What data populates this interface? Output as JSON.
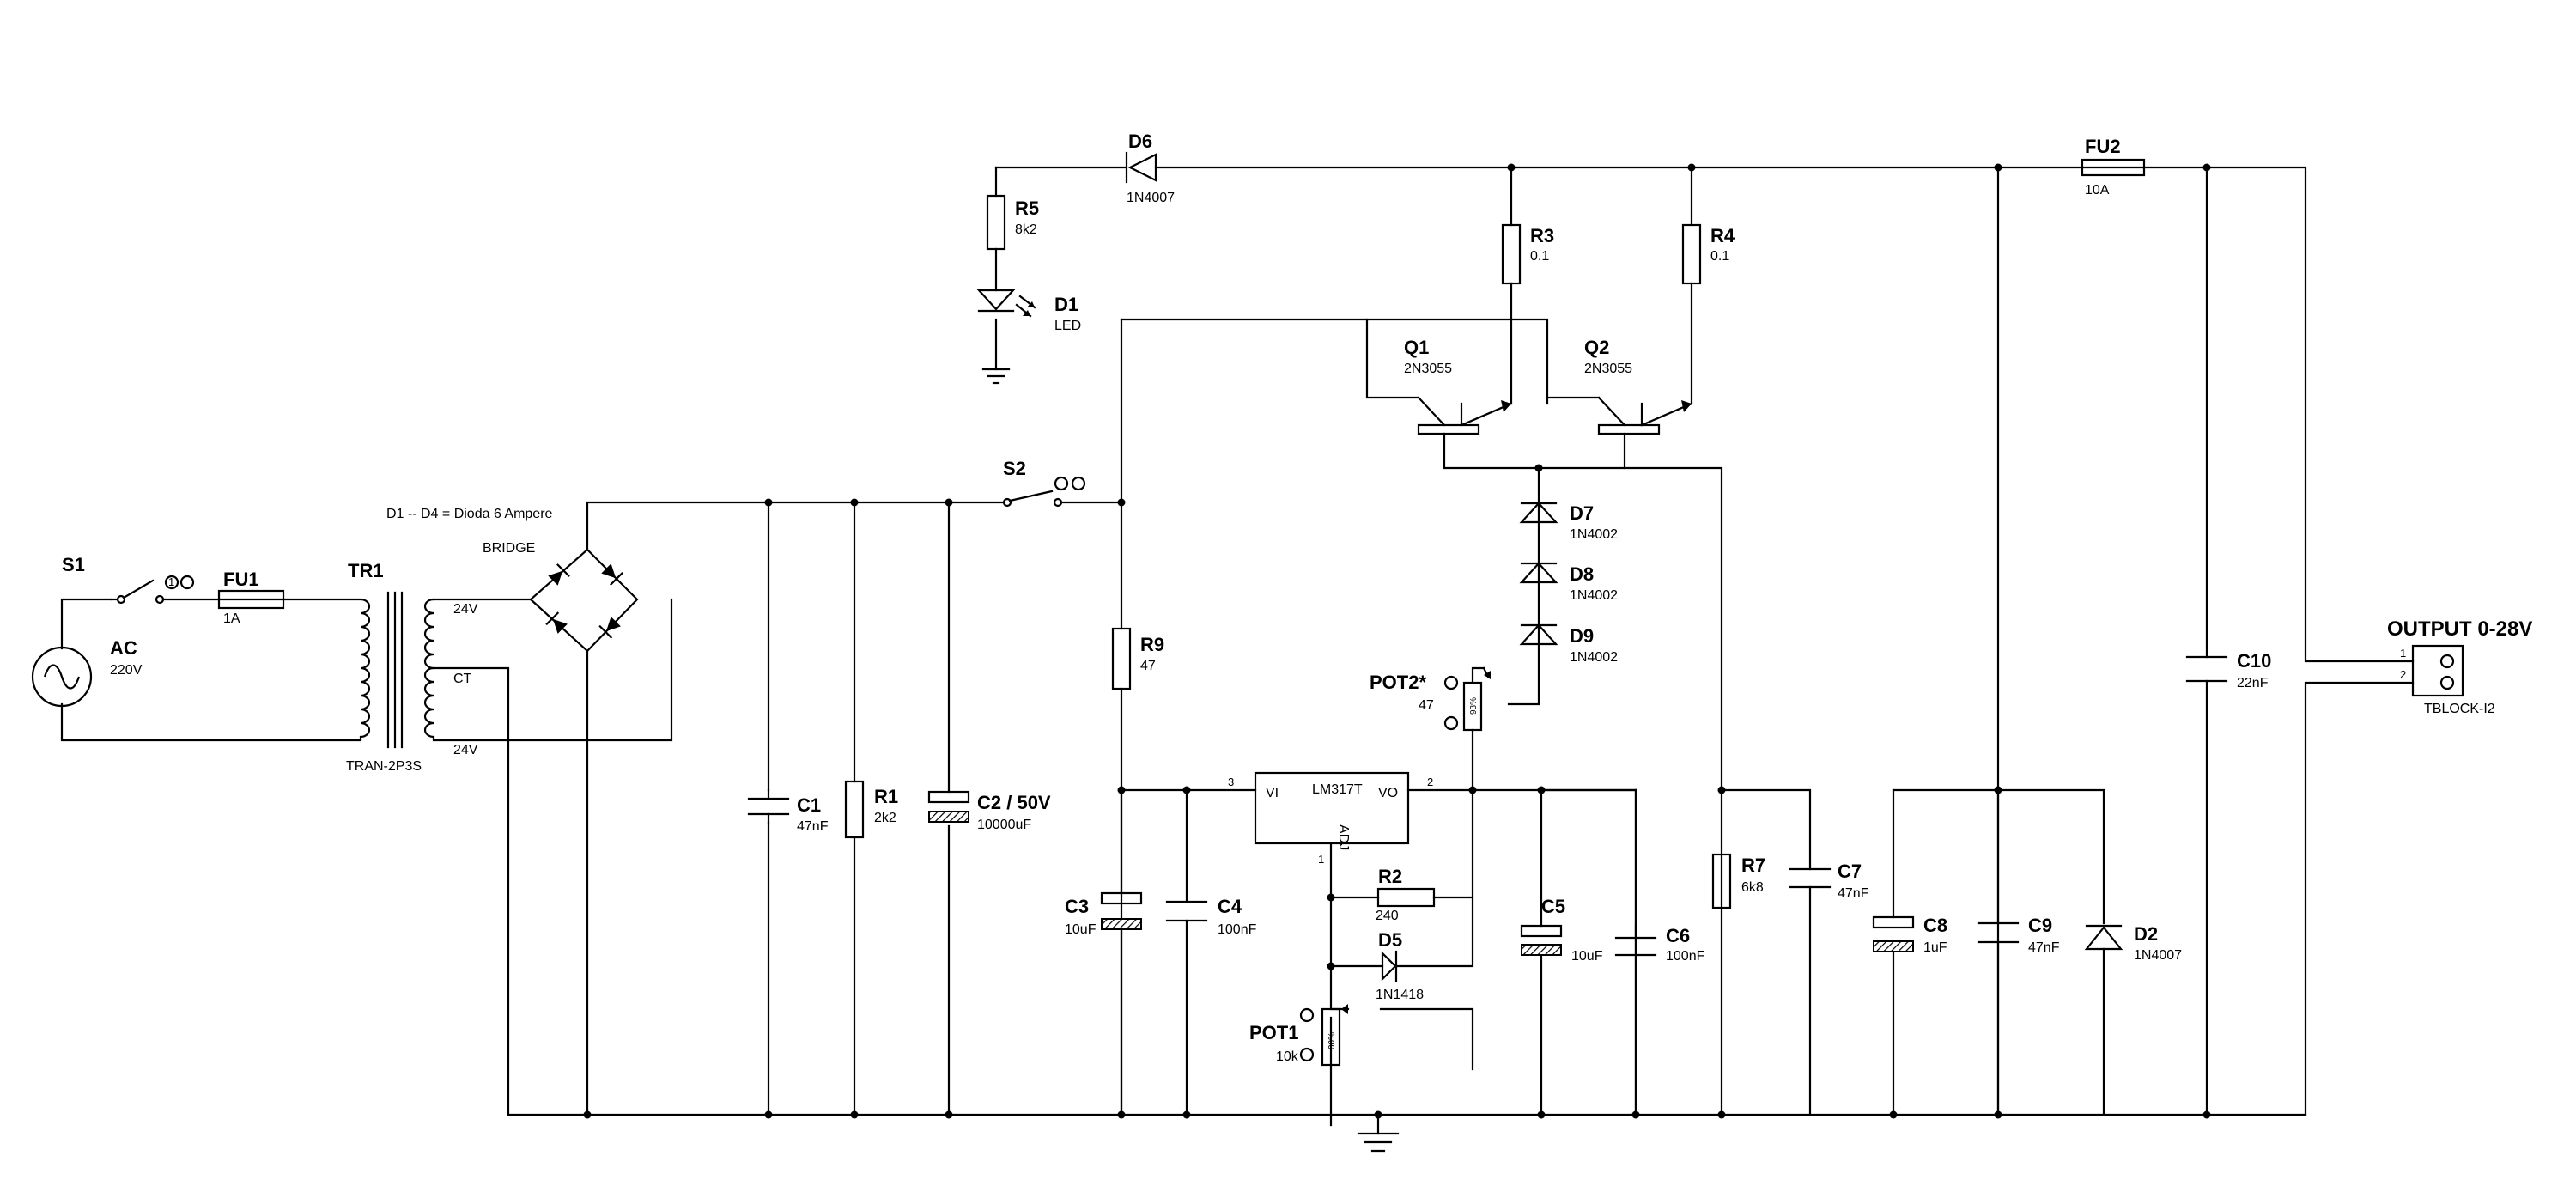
{
  "labels": {
    "ac": "AC",
    "ac_v": "220V",
    "s1": "S1",
    "s2": "S2",
    "fu1": "FU1",
    "fu1_v": "1A",
    "tr1": "TR1",
    "tr1_v": "TRAN-2P3S",
    "tap_24a": "24V",
    "tap_ct": "CT",
    "tap_24b": "24V",
    "bridge_note": "D1 -- D4 = Dioda 6 Ampere",
    "bridge": "BRIDGE",
    "c1": "C1",
    "c1_v": "47nF",
    "r1": "R1",
    "r1_v": "2k2",
    "c2": "C2 / 50V",
    "c2_v": "10000uF",
    "r5": "R5",
    "r5_v": "8k2",
    "d1": "D1",
    "d1_v": "LED",
    "d6": "D6",
    "d6_v": "1N4007",
    "r3": "R3",
    "r3_v": "0.1",
    "r4": "R4",
    "r4_v": "0.1",
    "q1": "Q1",
    "q1_v": "2N3055",
    "q2": "Q2",
    "q2_v": "2N3055",
    "d7": "D7",
    "d7_v": "1N4002",
    "d8": "D8",
    "d8_v": "1N4002",
    "d9": "D9",
    "d9_v": "1N4002",
    "r9": "R9",
    "r9_v": "47",
    "pot2": "POT2*",
    "pot2_v": "47",
    "pot2_pct": "93%",
    "lm": "LM317T",
    "lm_vi": "VI",
    "lm_vo": "VO",
    "lm_adj": "ADJ",
    "pin1": "1",
    "pin2": "2",
    "pin3": "3",
    "c3": "C3",
    "c3_v": "10uF",
    "c4": "C4",
    "c4_v": "100nF",
    "r2": "R2",
    "r2_v": "240",
    "d5": "D5",
    "d5_v": "1N1418",
    "pot1": "POT1",
    "pot1_v": "10k",
    "pot1_pct": "00%",
    "c5": "C5",
    "c5_v": "10uF",
    "c6": "C6",
    "c6_v": "100nF",
    "r7": "R7",
    "r7_v": "6k8",
    "c7": "C7",
    "c7_v": "47nF",
    "c8": "C8",
    "c8_v": "1uF",
    "c9": "C9",
    "c9_v": "47nF",
    "d2": "D2",
    "d2_v": "1N4007",
    "fu2": "FU2",
    "fu2_v": "10A",
    "c10": "C10",
    "c10_v": "22nF",
    "output": "OUTPUT 0-28V",
    "tb_v": "TBLOCK-I2",
    "tb_pin1": "1",
    "tb_pin2": "2"
  }
}
